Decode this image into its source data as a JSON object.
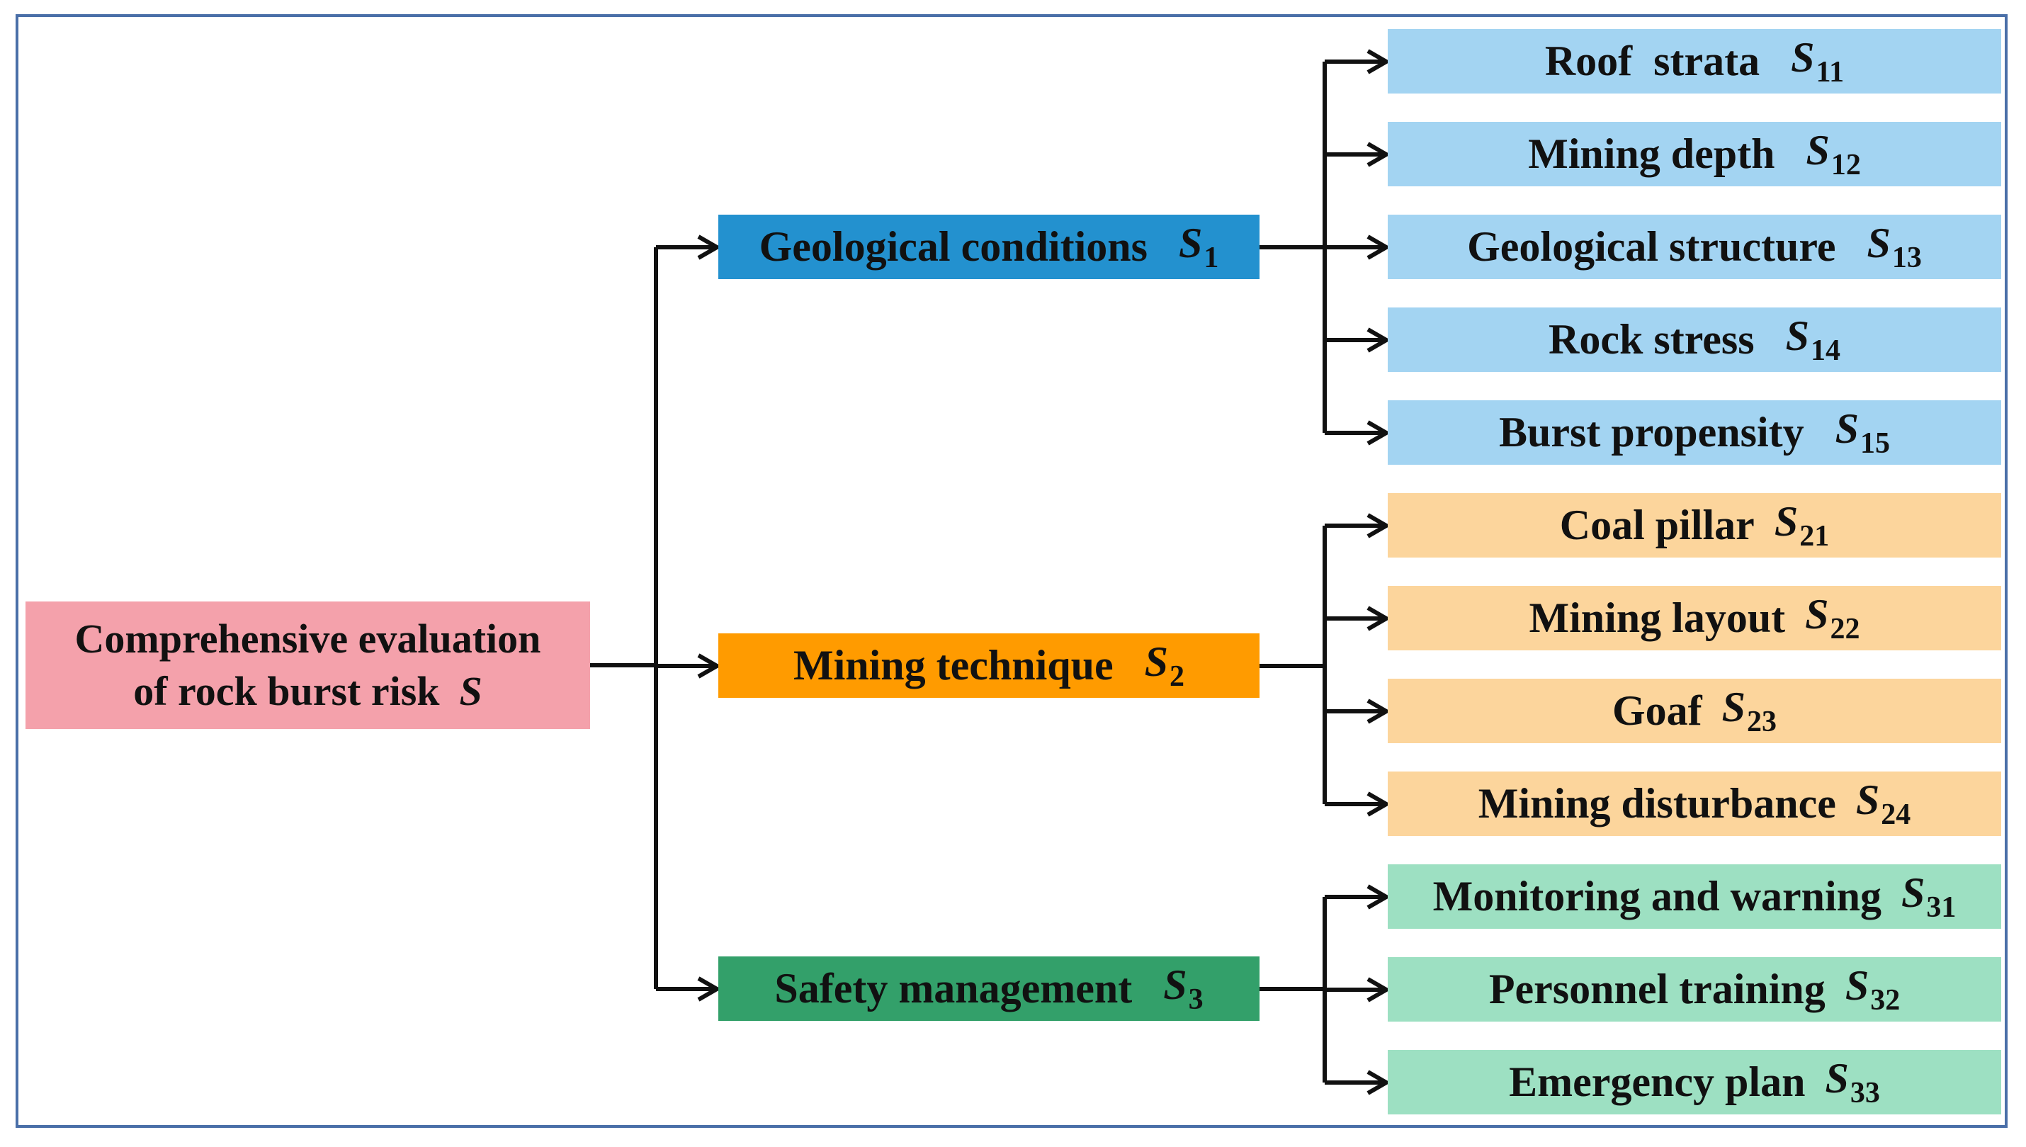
{
  "colors": {
    "frame": "#4a6fa8",
    "root": "#f4a1ab",
    "geological": "#2391cf",
    "mining": "#ff9b00",
    "safety": "#33a06a",
    "geological_light": "#a3d4f2",
    "mining_light": "#fcd59c",
    "safety_light": "#9de0c2",
    "arrow": "#111111"
  },
  "root": {
    "line1": "Comprehensive evaluation",
    "line2": "of rock burst risk",
    "symbol": "S"
  },
  "categories": [
    {
      "label": "Geological conditions",
      "symbol": "S",
      "subscript": "1",
      "factors": [
        {
          "label": "Roof  strata",
          "symbol": "S",
          "subscript": "11"
        },
        {
          "label": "Mining depth",
          "symbol": "S",
          "subscript": "12"
        },
        {
          "label": "Geological structure",
          "symbol": "S",
          "subscript": "13"
        },
        {
          "label": "Rock stress",
          "symbol": "S",
          "subscript": "14"
        },
        {
          "label": "Burst propensity",
          "symbol": "S",
          "subscript": "15"
        }
      ]
    },
    {
      "label": "Mining technique",
      "symbol": "S",
      "subscript": "2",
      "factors": [
        {
          "label": "Coal pillar",
          "symbol": "S",
          "subscript": "21"
        },
        {
          "label": "Mining layout",
          "symbol": "S",
          "subscript": "22"
        },
        {
          "label": "Goaf",
          "symbol": "S",
          "subscript": "23"
        },
        {
          "label": "Mining disturbance",
          "symbol": "S",
          "subscript": "24"
        }
      ]
    },
    {
      "label": "Safety management",
      "symbol": "S",
      "subscript": "3",
      "factors": [
        {
          "label": "Monitoring and warning",
          "symbol": "S",
          "subscript": "31"
        },
        {
          "label": "Personnel training",
          "symbol": "S",
          "subscript": "32"
        },
        {
          "label": "Emergency plan",
          "symbol": "S",
          "subscript": "33"
        }
      ]
    }
  ]
}
